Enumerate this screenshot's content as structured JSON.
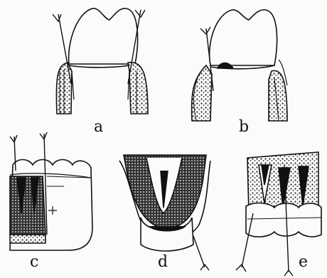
{
  "figure": {
    "panels": [
      {
        "id": "a",
        "label": "a"
      },
      {
        "id": "b",
        "label": "b"
      },
      {
        "id": "c",
        "label": "c"
      },
      {
        "id": "d",
        "label": "d"
      },
      {
        "id": "e",
        "label": "e"
      }
    ],
    "colors": {
      "ink": "#111111",
      "paper": "#fbfbf9"
    }
  }
}
